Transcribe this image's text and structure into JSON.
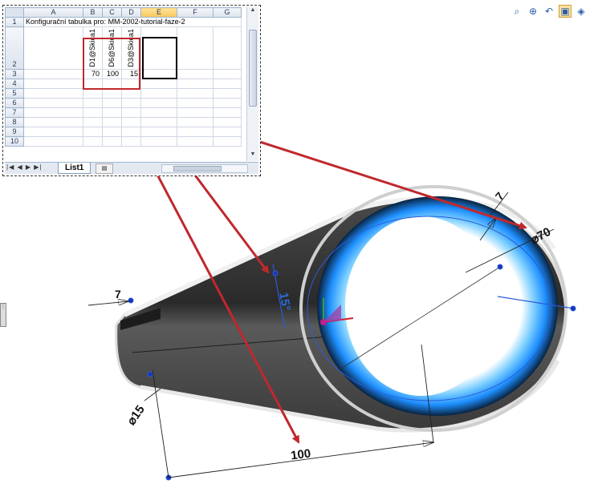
{
  "spreadsheet": {
    "columns": [
      "A",
      "B",
      "C",
      "D",
      "E",
      "F",
      "G"
    ],
    "rows": [
      "1",
      "2",
      "3",
      "4",
      "5",
      "6",
      "7",
      "8",
      "9",
      "10"
    ],
    "title": "Konfigurační tabulka pro: MM-2002-tutorial-faze-2",
    "headers": [
      "D1@Skica1",
      "D6@Skica1",
      "D3@Skica1"
    ],
    "values": [
      "70",
      "100",
      "15"
    ],
    "sheet_tab": "List1",
    "nav": "|◀ ◀ ▶ ▶|"
  },
  "dimensions": {
    "thickness_top": "7",
    "thickness_left": "7",
    "diameter_large": "⌀70",
    "diameter_small": "⌀15",
    "angle": "15°",
    "length": "100"
  },
  "toolbar": {
    "icons": [
      "zoom-to-fit-icon",
      "zoom-area-icon",
      "previous-view-icon",
      "section-view-icon",
      "view-orientation-icon"
    ]
  },
  "colors": {
    "arrow": "#c0282d",
    "sketch": "#2a5bd7",
    "part_dark": "#2b2b2b",
    "glow": "#1e8fff"
  }
}
